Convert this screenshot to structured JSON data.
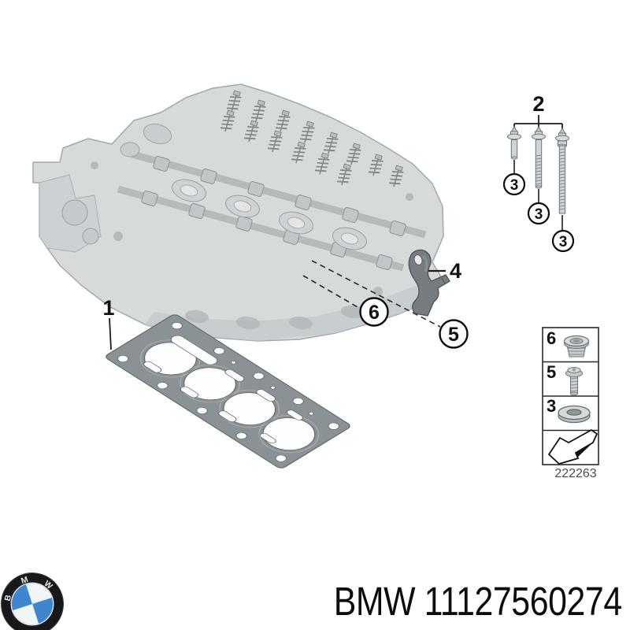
{
  "colors": {
    "background": "#ffffff",
    "line_black": "#1c1c1c",
    "engine_gray": "#d7dadb",
    "gasket_gray": "#8b9296",
    "bracket_gray": "#777c80",
    "logo_blue": "#3e86cd",
    "logo_ring_black": "#17181a",
    "drawing_number_gray": "#4c4c4c"
  },
  "callouts": {
    "gasket": "1",
    "bolt_group": "2",
    "bolt_short": "3",
    "bolt_medium": "3",
    "bolt_long": "3",
    "bracket": "4",
    "screw": "5",
    "plug": "6"
  },
  "legend": {
    "rows": [
      {
        "label": "6",
        "icon": "sealing-plug-icon"
      },
      {
        "label": "5",
        "icon": "screw-icon"
      },
      {
        "label": "3",
        "icon": "washer-icon"
      }
    ],
    "arrow_icon": "direction-arrow-icon",
    "drawing_number": "222263"
  },
  "footer": {
    "title": "BMW 11127560274",
    "logo": {
      "letters": {
        "b": "B",
        "m": "M",
        "w": "W"
      }
    }
  }
}
